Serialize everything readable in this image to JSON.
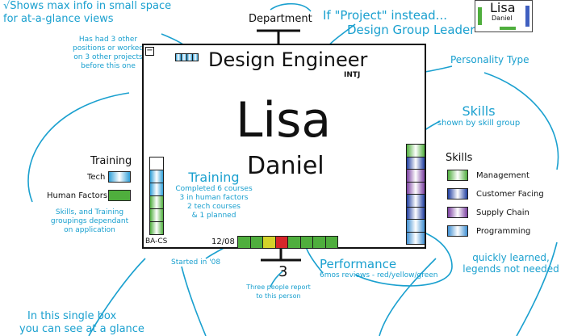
{
  "annotations": {
    "top_left_line1": "√Shows max info in small space",
    "top_left_line2": "for at-a-glance views",
    "prior_positions": [
      "Has had 3 other",
      "positions or worked",
      "on 3 other projects",
      "before this one"
    ],
    "project_line1": "If \"Project\" instead...",
    "project_line2": "Design Group Leader",
    "personality_type": "Personality Type",
    "skills_title": "Skills",
    "skills_sub": "shown by skill group",
    "training_title": "Training",
    "training_lines": [
      "Completed 6 courses",
      "3 in human factors",
      "2 tech courses",
      "& 1 planned"
    ],
    "groupings": [
      "Skills, and Training",
      "groupings dependant",
      "on application"
    ],
    "started": "Started in '08",
    "performance_title": "Performance",
    "performance_sub": "6mos reviews - red/yellow/green",
    "reports": [
      "Three people report",
      "to this person"
    ],
    "quickly": [
      "quickly learned,",
      "legends not needed"
    ],
    "bottom_left": [
      "In this single box",
      "you can see at a glance"
    ]
  },
  "card": {
    "department": "Department",
    "title": "Design Engineer",
    "personality": "INTJ",
    "first_name": "Lisa",
    "last_name": "Daniel",
    "collapse": "−",
    "location": "BA-CS",
    "start_date": "12/08",
    "direct_reports": "3"
  },
  "thumbnail": {
    "first_name": "Lisa",
    "last_name": "Daniel"
  },
  "training_legend": {
    "title": "Training",
    "items": [
      {
        "label": "Tech",
        "color": "#2f9fd8"
      },
      {
        "label": "Human Factors",
        "color": "#4fae3d"
      }
    ]
  },
  "skills_legend": {
    "title": "Skills",
    "items": [
      {
        "label": "Management",
        "color": "#4fae3d"
      },
      {
        "label": "Customer Facing",
        "color": "#1f3ea0"
      },
      {
        "label": "Supply Chain",
        "color": "#7a3fa0"
      },
      {
        "label": "Programming",
        "color": "#3f8fd2"
      }
    ]
  },
  "indicators": {
    "prior_positions": [
      "#2f9fd8",
      "#2f9fd8",
      "#2f9fd8",
      "#2f9fd8"
    ],
    "training_stack": [
      "#ffffff",
      "#2f9fd8",
      "#2f9fd8",
      "#4fae3d",
      "#4fae3d",
      "#4fae3d"
    ],
    "skills_stack": [
      "#4fae3d",
      "#1f3ea0",
      "#7a3fa0",
      "#7a3fa0",
      "#1f3ea0",
      "#1f3ea0",
      "#3f8fd2",
      "#3f8fd2"
    ],
    "performance": [
      "#4fae3d",
      "#4fae3d",
      "#d4d22a",
      "#d6262a",
      "#4fae3d",
      "#4fae3d",
      "#4fae3d",
      "#4fae3d"
    ]
  }
}
